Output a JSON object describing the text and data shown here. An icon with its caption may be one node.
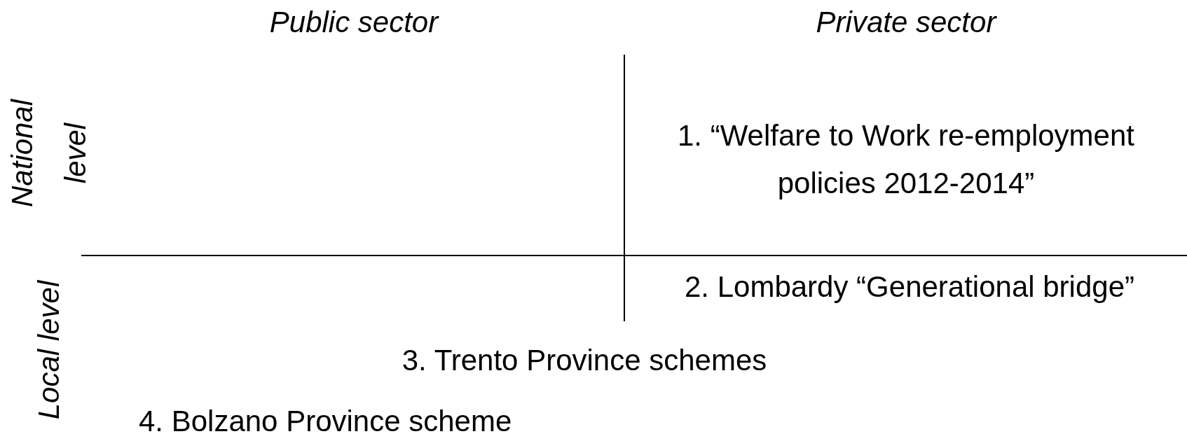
{
  "diagram": {
    "labels": [
      "Public sector",
      "Private sector",
      "National level",
      "1. “Welfare to Work re-employment policies 2012-2014”",
      "2. Lombardy “Generational bridge”",
      "Local level",
      "3. Trento Province schemes",
      "4. Bolzano Province scheme"
    ]
  }
}
